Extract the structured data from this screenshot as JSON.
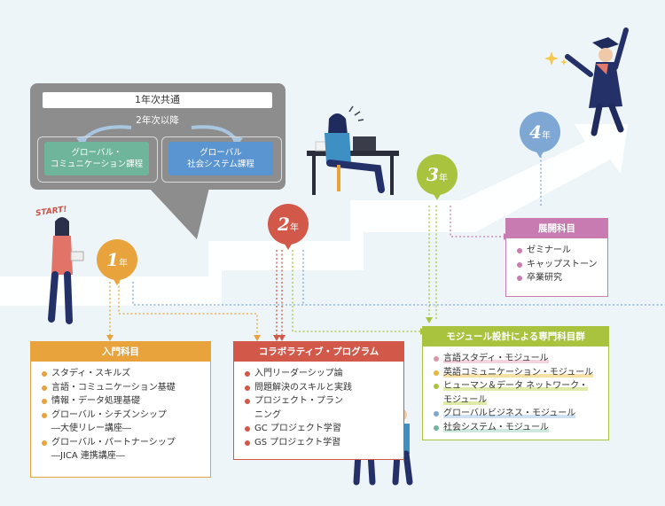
{
  "callout": {
    "year1_common": "1年次共通",
    "year2_later": "2年次以降",
    "courses": [
      {
        "line1": "グローバル・",
        "line2": "コミュニケーション課程",
        "color": "#6fb59c"
      },
      {
        "line1": "グローバル",
        "line2": "社会システム課程",
        "color": "#5b95d1"
      }
    ]
  },
  "start_label": "START!",
  "years": [
    {
      "num": "1",
      "suffix": "年",
      "color": "#e8a33d"
    },
    {
      "num": "2",
      "suffix": "年",
      "color": "#d2594a"
    },
    {
      "num": "3",
      "suffix": "年",
      "color": "#a9c33f"
    },
    {
      "num": "4",
      "suffix": "年",
      "color": "#7ea7d4"
    }
  ],
  "intro": {
    "title": "入門科目",
    "color": "#e8a33d",
    "items": [
      "スタディ・スキルズ",
      "言語・コミュニケーション基礎",
      "情報・データ処理基礎",
      "グローバル・シチズンシップ",
      "―大使リレー講座―",
      "グローバル・パートナーシップ",
      "―JICA 連携講座―"
    ]
  },
  "collab": {
    "title": "コラボラティブ・プログラム",
    "color": "#d2594a",
    "items": [
      "入門リーダーシップ論",
      "問題解決のスキルと実践",
      "プロジェクト・プラン",
      "ニング",
      "GC プロジェクト学習",
      "GS プロジェクト学習"
    ]
  },
  "modules": {
    "title": "モジュール設計による専門科目群",
    "color": "#a9c33f",
    "items": [
      {
        "text": "言語スタディ・モジュール",
        "dot": "#d998a9",
        "hl": "#f3d3dc"
      },
      {
        "text": "英語コミュニケーション・モジュール",
        "dot": "#e8b63d",
        "hl": "#f6e0a6"
      },
      {
        "text": "ヒューマン＆データ ネットワーク・",
        "dot": "#a9c33f",
        "hl": "#dfeaa9"
      },
      {
        "text": "モジュール",
        "dot": "",
        "hl": ""
      },
      {
        "text": "グローバルビジネス・モジュール",
        "dot": "#7ea7d4",
        "hl": "#cfe0f1"
      },
      {
        "text": "社会システム・モジュール",
        "dot": "#6fb59c",
        "hl": "#cfe8de"
      }
    ]
  },
  "advanced": {
    "title": "展開科目",
    "color": "#c77bb0",
    "items": [
      "ゼミナール",
      "キャップストーン",
      "卒業研究"
    ]
  }
}
